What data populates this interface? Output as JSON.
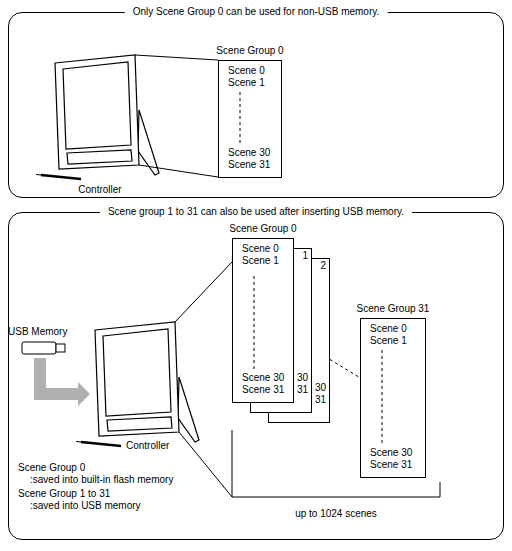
{
  "diagram": {
    "nodes": [
      {
        "text": [
          "Only Scene Group 0 can be used for non-USB memory."
        ]
      },
      {
        "text": [
          "Scene Group 0",
          "Scene 0",
          "Scene 1",
          "Scene 30",
          "Scene 31"
        ],
        "in": 0
      },
      {
        "text": [
          "Scene group 1 to 31 can also be used after inserting USB memory."
        ]
      },
      {
        "text": [
          "Scene Group 0",
          "Scene 0",
          "Scene 1",
          "Scene 30",
          "Scene 31"
        ],
        "in": 2
      },
      {
        "text": [
          "1",
          "30",
          "31"
        ],
        "in": 2
      },
      {
        "text": [
          "2",
          "30",
          "31"
        ],
        "in": 2
      },
      {
        "text": [
          "Scene Group 31",
          "Scene 0",
          "Scene 1",
          "Scene 30",
          "Scene 31"
        ],
        "in": 2
      }
    ],
    "edges": [
      {
        "from": 5,
        "to": 6,
        "arrow": "none"
      }
    ],
    "labels": [
      "Controller",
      "USB Memory",
      "Controller",
      "Scene Group 0",
      ":saved into built-in flash memory",
      "Scene Group 1 to 31",
      ":saved into USB memory",
      "up to 1024 scenes"
    ]
  }
}
